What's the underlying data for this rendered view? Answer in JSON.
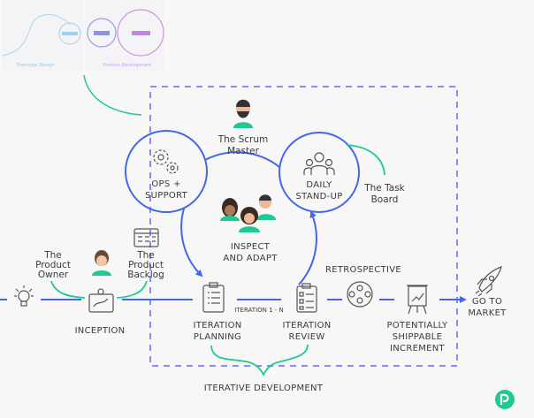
{
  "colors": {
    "blue": "#4466e8",
    "dash": "#8a8cf6",
    "green": "#1fc98f",
    "text": "#3a3a3a",
    "background": "#f7f7f7"
  },
  "thumbnail": {
    "left_label": "Prototype Design",
    "right_label": "Product Development"
  },
  "roles": {
    "scrum_master": [
      "The Scrum",
      "Master"
    ],
    "product_owner": [
      "The",
      "Product",
      "Owner"
    ],
    "product_backlog": [
      "The",
      "Product",
      "Backlog"
    ],
    "task_board": [
      "The Task",
      "Board"
    ]
  },
  "cycle": {
    "ops": [
      "OPS +",
      "SUPPORT"
    ],
    "standup": [
      "DAILY",
      "STAND-UP"
    ],
    "inspect": [
      "INSPECT",
      "AND ADAPT"
    ]
  },
  "flow": {
    "inception": "INCEPTION",
    "planning": [
      "ITERATION",
      "PLANNING"
    ],
    "iteration_range": "ITERATION 1 - N",
    "review": [
      "ITERATION",
      "REVIEW"
    ],
    "retrospective": "RETROSPECTIVE",
    "increment": [
      "POTENTIALLY",
      "SHIPPABLE",
      "INCREMENT"
    ],
    "market": [
      "GO TO",
      "MARKET"
    ]
  },
  "bracket_label": "ITERATIVE DEVELOPMENT",
  "icons": [
    "lightbulb-icon",
    "strategy-board-icon",
    "calendar-icon",
    "clipboard-icon",
    "checklist-icon",
    "team-circle-icon",
    "easel-chart-icon",
    "rocket-icon",
    "gears-icon",
    "group-icon",
    "brand-logo-icon"
  ]
}
